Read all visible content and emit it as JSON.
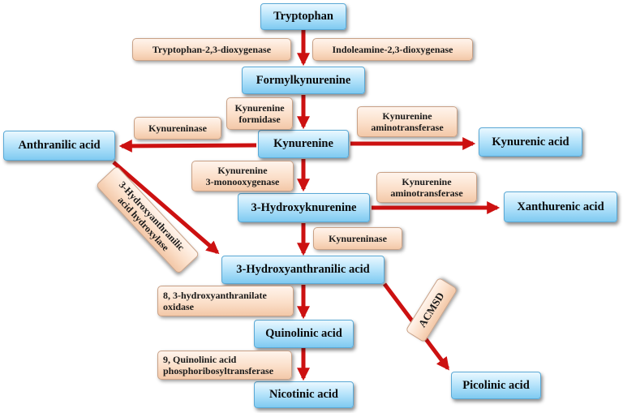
{
  "nodes": {
    "tryptophan": "Tryptophan",
    "formylkynurenine": "Formylkynurenine",
    "kynurenine": "Kynurenine",
    "anthranilic_acid": "Anthranilic acid",
    "kynurenic_acid": "Kynurenic acid",
    "hydroxykynurenine": "3-Hydroxyknurenine",
    "xanthurenic_acid": "Xanthurenic acid",
    "hydroxyanthranilic_acid": "3-Hydroxyanthranilic acid",
    "quinolinic_acid": "Quinolinic acid",
    "picolinic_acid": "Picolinic acid",
    "nicotinic_acid": "Nicotinic acid"
  },
  "enzymes": {
    "tdo": "Tryptophan-2,3-dioxygenase",
    "ido": "Indoleamine-2,3-dioxygenase",
    "formidase": "Kynurenine\nformidase",
    "kynureninase_1": "Kynureninase",
    "kat_1": "Kynurenine\naminotransferase",
    "kmo": "Kynurenine\n3-monooxygenase",
    "kat_2": "Kynurenine\naminotransferase",
    "hydroxylase": "3-Hydroxyanthranilic\nacid hydroxylase",
    "kynureninase_2": "Kynureninase",
    "haao": "8, 3-hydroxyanthranilate\noxidase",
    "acmsd": "ACMSD",
    "qprt": "9, Quinolinic acid\nphosphoribosyltransferase"
  },
  "colors": {
    "arrow": "#cc1111",
    "node_fill": "#b9e5fb",
    "enzyme_fill": "#fbdfc9"
  }
}
